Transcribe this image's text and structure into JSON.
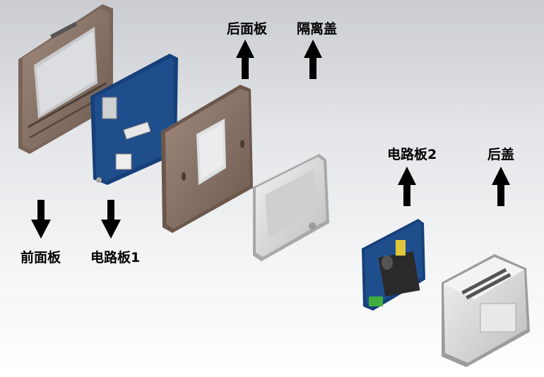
{
  "labels": {
    "front_panel": "前面板",
    "circuit_board_1": "电路板1",
    "rear_panel": "后面板",
    "isolation_cover": "隔离盖",
    "circuit_board_2": "电路板2",
    "back_cover": "后盖"
  },
  "colors": {
    "panel_brown": "#8a7468",
    "pcb_blue": "#1f4e8c",
    "cover_gray": "#d9d9d9",
    "arrow": "#000000"
  },
  "arrows": [
    {
      "name": "front-panel-arrow",
      "direction": "down"
    },
    {
      "name": "circuit-board-1-arrow",
      "direction": "down"
    },
    {
      "name": "rear-panel-arrow",
      "direction": "up"
    },
    {
      "name": "isolation-cover-arrow",
      "direction": "up"
    },
    {
      "name": "circuit-board-2-arrow",
      "direction": "up"
    },
    {
      "name": "back-cover-arrow",
      "direction": "up"
    }
  ]
}
